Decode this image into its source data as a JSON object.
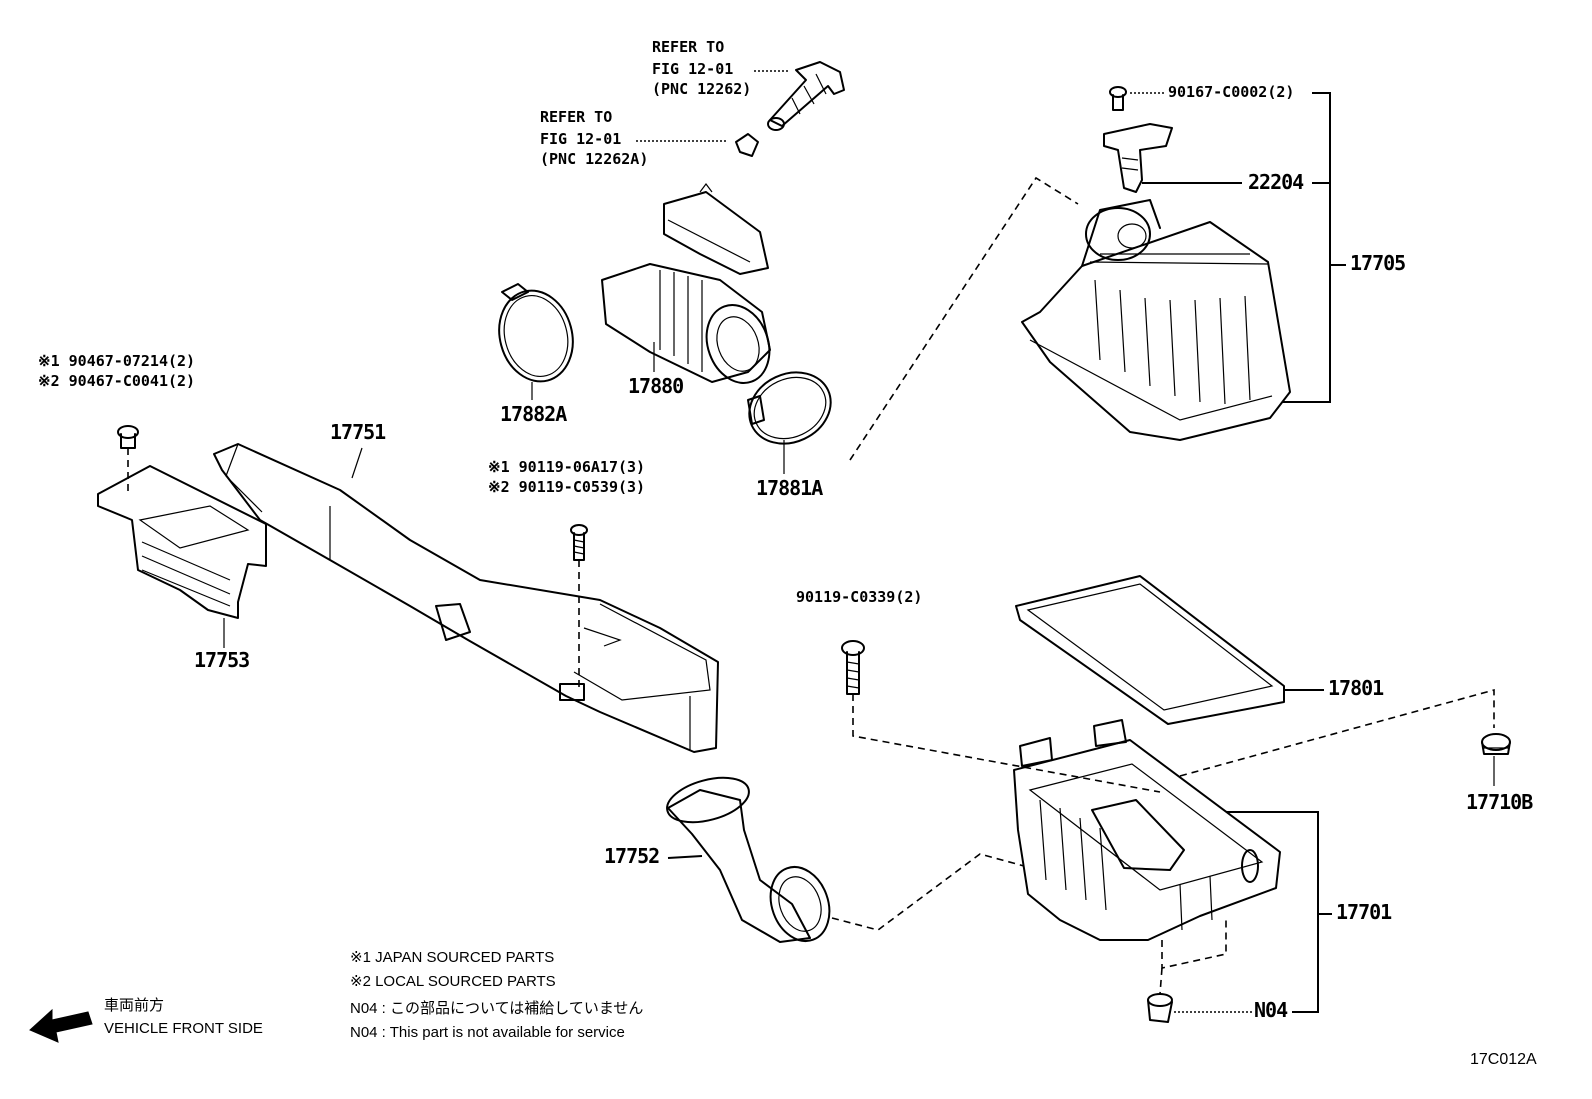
{
  "refs": {
    "ref_top": [
      "REFER TO",
      "FIG 12-01",
      "(PNC 12262)"
    ],
    "ref_clip": [
      "REFER TO",
      "FIG 12-01",
      "(PNC 12262A)"
    ]
  },
  "parts": {
    "p90167": "90167-C0002(2)",
    "p22204": "22204",
    "p17705": "17705",
    "p17880": "17880",
    "p17882A": "17882A",
    "p17881A": "17881A",
    "p17751": "17751",
    "p17753": "17753",
    "bolt_left_1": "※1 90467-07214(2)",
    "bolt_left_2": "※2 90467-C0041(2)",
    "bolt_mid_1": "※1 90119-06A17(3)",
    "bolt_mid_2": "※2 90119-C0539(3)",
    "p90119_c0339": "90119-C0339(2)",
    "p17801": "17801",
    "p17710B": "17710B",
    "p17752": "17752",
    "p17701": "17701",
    "pN04": "N04"
  },
  "notes": {
    "n1": "※1 JAPAN SOURCED PARTS",
    "n2": "※2 LOCAL SOURCED PARTS",
    "n3": "N04 : この部品については補給していません",
    "n4": "N04 : This part is not available for service"
  },
  "orientation": {
    "jp": "車両前方",
    "en": "VEHICLE FRONT SIDE",
    "icon": "arrow-left-icon"
  },
  "figure_code": "17C012A"
}
